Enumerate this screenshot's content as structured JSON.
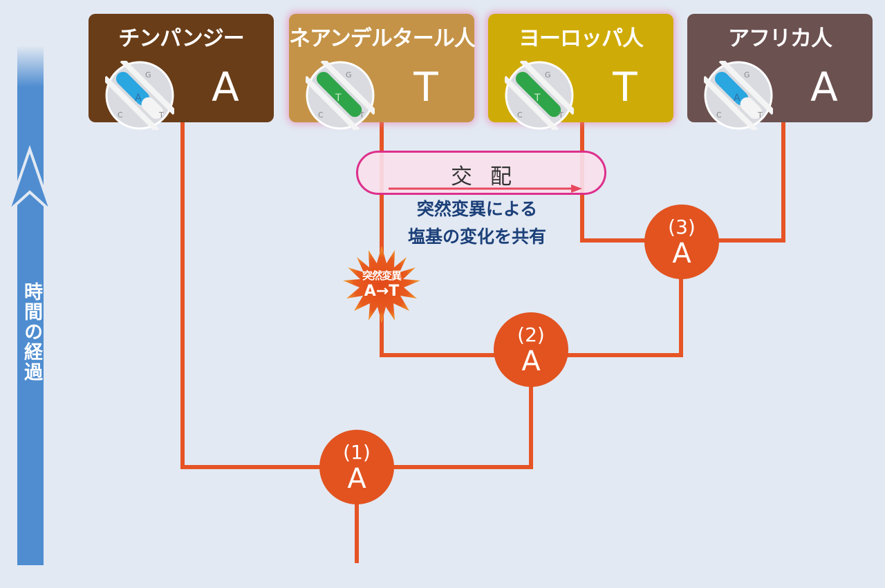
{
  "time_axis": {
    "label": "時間の経過"
  },
  "species": [
    {
      "name": "チンパンジー",
      "base": "A",
      "dna_base": "A",
      "dna_color": "#2aa6e0",
      "box_color": "#693d18"
    },
    {
      "name": "ネアンデルタール人",
      "base": "T",
      "dna_base": "T",
      "dna_color": "#2fa54a",
      "box_color": "#c49347"
    },
    {
      "name": "ヨーロッパ人",
      "base": "T",
      "dna_base": "T",
      "dna_color": "#2fa54a",
      "box_color": "#cfab07"
    },
    {
      "name": "アフリカ人",
      "base": "A",
      "dna_base": "A",
      "dna_color": "#2aa6e0",
      "box_color": "#6b5150"
    }
  ],
  "dna_letters": {
    "top": "G",
    "left": "C",
    "right": "T"
  },
  "interbreeding": {
    "label": "交配"
  },
  "shared_note": [
    "突然変異による",
    "塩基の変化を共有"
  ],
  "mutation": {
    "title": "突然変異",
    "change": "A→T"
  },
  "nodes": [
    {
      "number": "(1)",
      "base": "A"
    },
    {
      "number": "(2)",
      "base": "A"
    },
    {
      "number": "(3)",
      "base": "A"
    }
  ],
  "colors": {
    "tree_line": "#e65425",
    "node_fill": "#e25320",
    "time_arrow": "#4f8dd0",
    "mating_border": "#dd2f8c",
    "mating_arrow": "#e8485f",
    "note_text": "#1b3f78",
    "background": "#e2e9f3"
  }
}
